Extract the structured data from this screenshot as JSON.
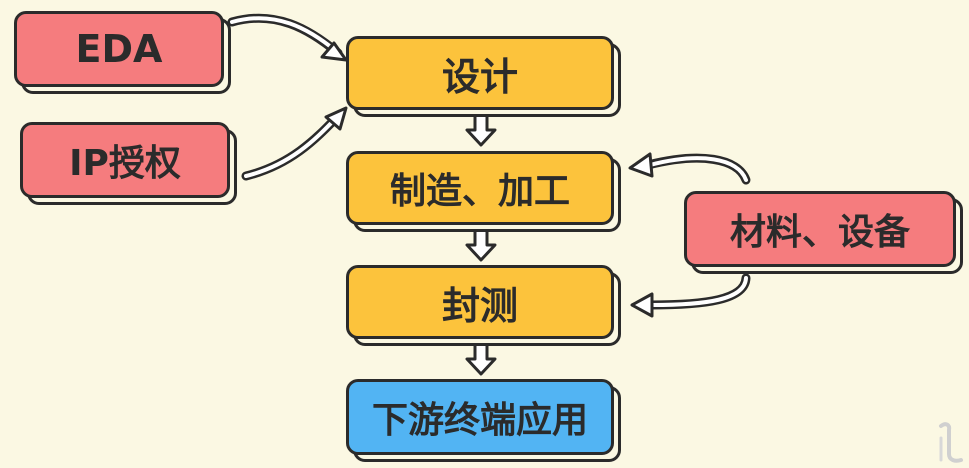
{
  "diagram": {
    "boxes": {
      "design": "设计",
      "manufacturing": "制造、加工",
      "packaging_testing": "封测",
      "downstream": "下游终端应用",
      "eda": "EDA",
      "ip_license": "IP授权",
      "materials_equipment": "材料、设备"
    },
    "colors": {
      "background": "#fbf8e3",
      "main_flow": "#fcc33c",
      "inputs": "#f57c7e",
      "terminal": "#52b4f3",
      "outline": "#2b2b2b"
    },
    "corner_icon": "page-corner-icon"
  }
}
